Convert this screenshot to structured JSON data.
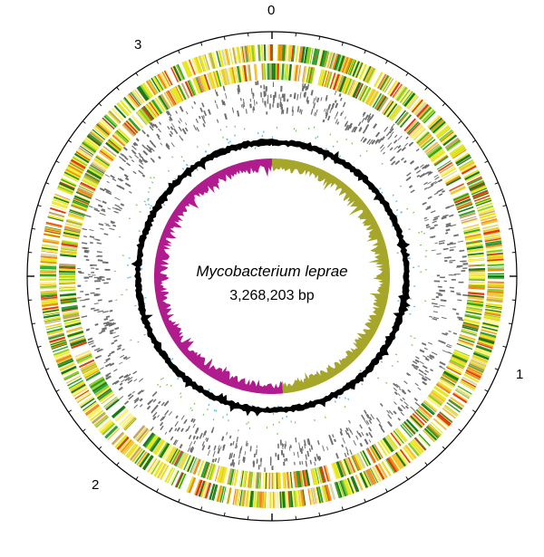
{
  "organism": "Mycobacterium leprae",
  "genome_size": "3,268,203 bp",
  "scale_labels": [
    "0",
    "1",
    "2",
    "3"
  ],
  "colors": {
    "outline": "#000000",
    "gene_palette": [
      "#1a7a1a",
      "#2fa32f",
      "#8ccf2a",
      "#e8e820",
      "#fff27a",
      "#f6c23a",
      "#ef8a1c",
      "#e03a1a",
      "#c7a46e",
      "#d9d9b0"
    ],
    "pseudogene": "#6e6e6e",
    "rna_green": "#7dbf5a",
    "repeat_blue": "#5bbfe0",
    "gc_content": "#000000",
    "gc_skew_positive": "#a6a62a",
    "gc_skew_negative": "#b01c8e"
  }
}
